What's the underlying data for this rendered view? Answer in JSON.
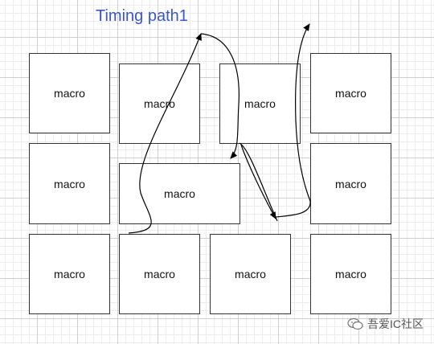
{
  "title": "Timing path1",
  "macros": [
    "macro",
    "macro",
    "macro",
    "macro",
    "macro",
    "macro",
    "macro",
    "macro",
    "macro",
    "macro",
    "macro"
  ],
  "watermark": {
    "icon": "wechat-icon",
    "text": "吾爱IC社区"
  }
}
